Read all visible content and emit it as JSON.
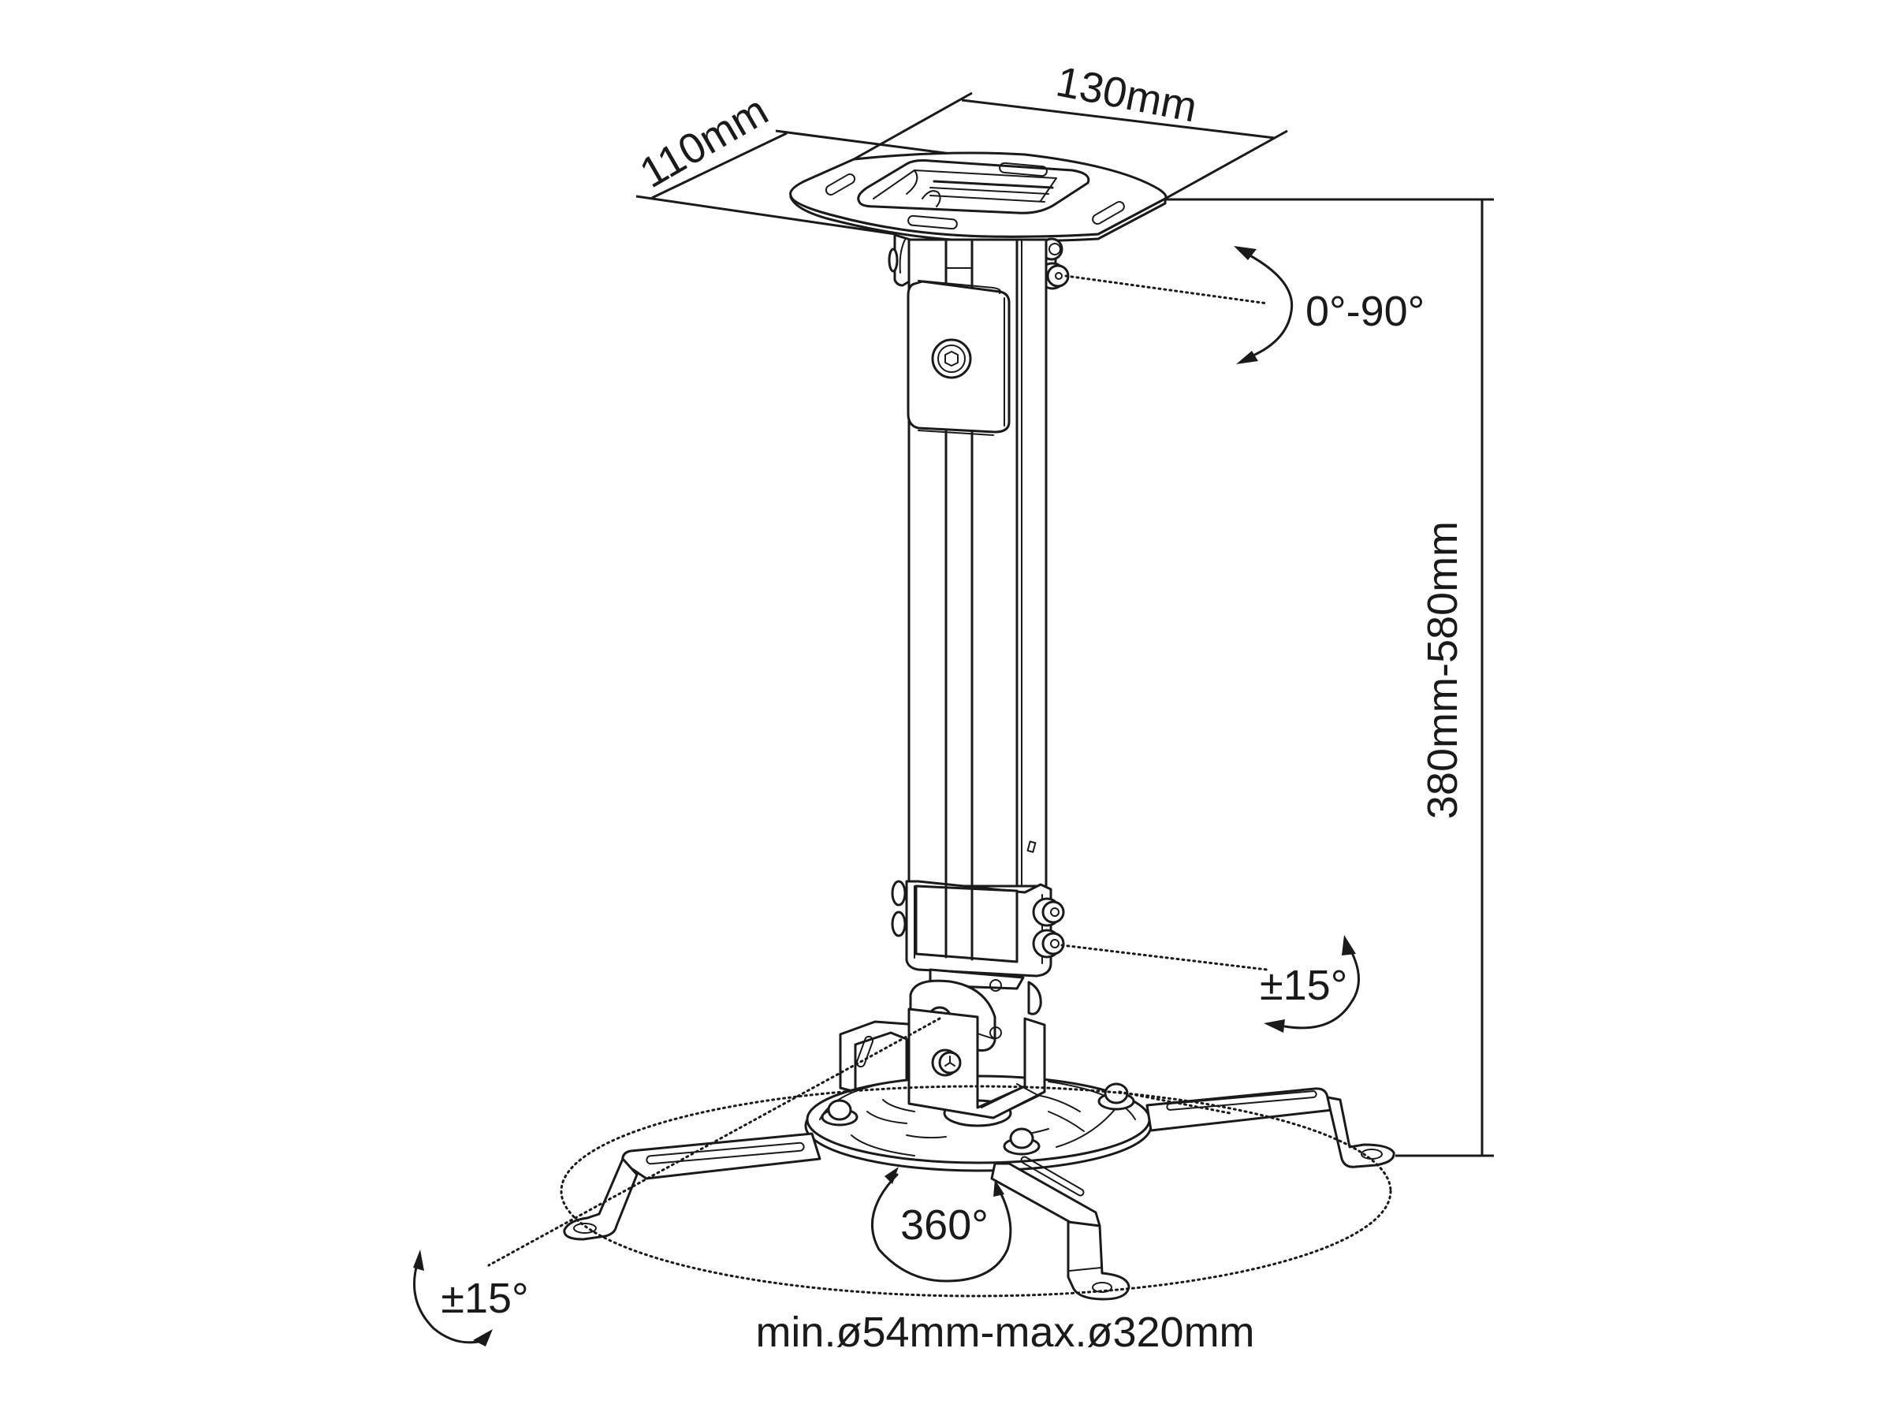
{
  "diagram": {
    "subject": "Projector ceiling mount",
    "colors": {
      "line": "#1a1a1a",
      "background": "#ffffff"
    }
  },
  "labels": {
    "plate_depth": "110mm",
    "plate_width": "130mm",
    "tilt_top": "0°-90°",
    "extension_length": "380mm-580mm",
    "tilt_lower": "±15°",
    "rotation": "360°",
    "swivel": "±15°",
    "bracket_range": "min.ø54mm-max.ø320mm"
  }
}
